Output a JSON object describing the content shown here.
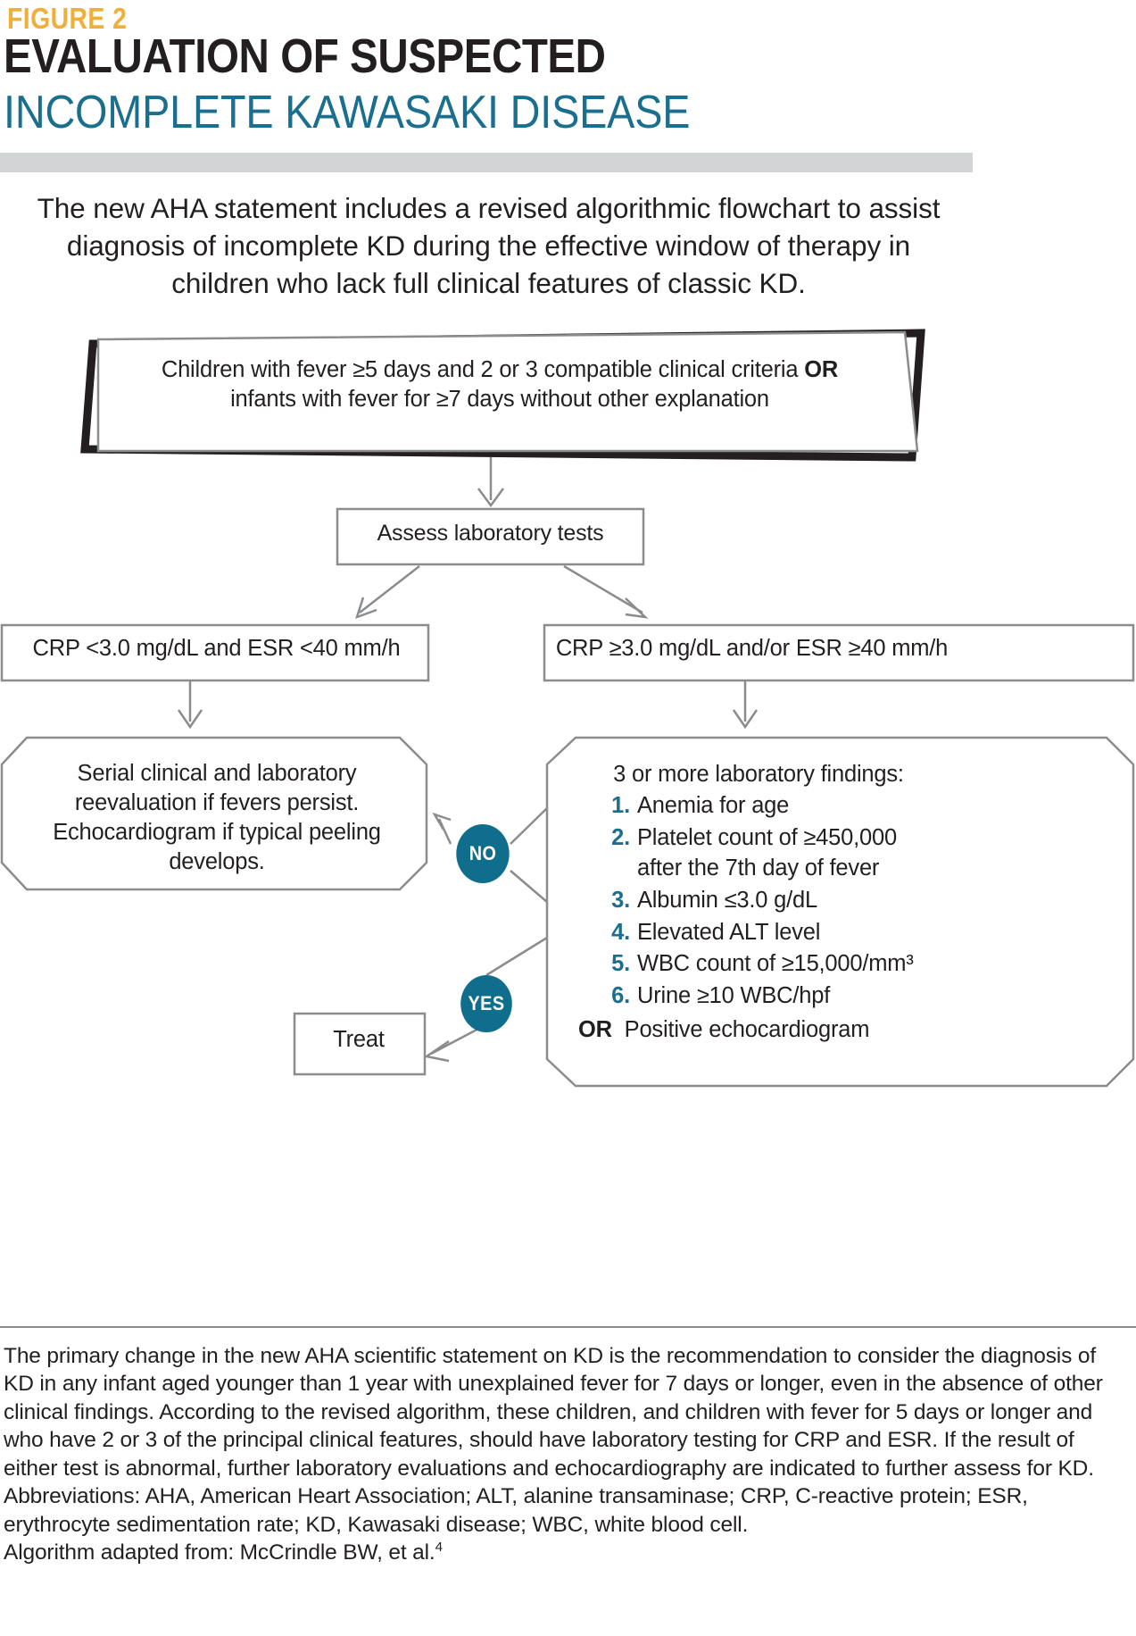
{
  "header": {
    "figure_label": "FIGURE 2",
    "title_line1": "EVALUATION OF SUSPECTED",
    "title_line2": "INCOMPLETE KAWASAKI DISEASE",
    "accent_yellow": "#eeb03a",
    "accent_teal": "#1a6e8e",
    "rule_grey": "#d2d4d6"
  },
  "lead_paragraph": "The new AHA statement includes a revised algorithmic flowchart to assist diagnosis of incomplete KD during the effective window of therapy in children who lack full clinical features of classic KD.",
  "flowchart": {
    "banner": {
      "line1_a": "Children with fever ≥5 days and 2 or 3 compatible clinical criteria ",
      "line1_or": "OR",
      "line2": "infants with fever for ≥7 days without other explanation"
    },
    "assess_node": "Assess laboratory tests",
    "branch_left": "CRP <3.0 mg/dL and ESR <40 mm/h",
    "branch_right": "CRP ≥3.0 mg/dL and/or ESR ≥40 mm/h",
    "serial_node": "Serial clinical and laboratory reevaluation if fevers persist. Echocardiogram if typical peeling develops.",
    "findings": {
      "heading": "3 or more laboratory findings:",
      "items": [
        {
          "num": "1.",
          "text": "Anemia for age"
        },
        {
          "num": "2.",
          "text": "Platelet count of ≥450,000 after the 7th day of fever"
        },
        {
          "num": "3.",
          "text": "Albumin ≤3.0 g/dL"
        },
        {
          "num": "4.",
          "text": "Elevated ALT level"
        },
        {
          "num": "5.",
          "text": "WBC count of ≥15,000/mm³"
        },
        {
          "num": "6.",
          "text": "Urine ≥10 WBC/hpf"
        }
      ],
      "or_label": "OR",
      "or_text": "Positive echocardiogram"
    },
    "decision_no": "NO",
    "decision_yes": "YES",
    "treat_node": "Treat",
    "circle_color": "#0f6e8c",
    "box_border_color": "#8a8c8e"
  },
  "caption": {
    "paragraph1": "The primary change in the new AHA scientific statement on KD is the recommendation to consider the diagnosis of KD in any infant aged younger than 1 year with unexplained fever for 7 days or longer, even in the absence of other clinical findings. According to the revised algorithm, these children, and children with fever for 5 days or longer and who have 2 or 3 of the principal clinical features, should have laboratory testing for CRP and ESR. If the result of either test is abnormal, further laboratory evaluations and echocardiography are indicated to further assess for KD.",
    "abbreviations": "Abbreviations: AHA, American Heart Association; ALT, alanine transaminase; CRP, C-reactive protein; ESR, erythrocyte sedimentation rate; KD, Kawasaki disease; WBC, white blood cell.",
    "source_prefix": "Algorithm adapted from: McCrindle BW, et al.",
    "source_ref": "4"
  }
}
